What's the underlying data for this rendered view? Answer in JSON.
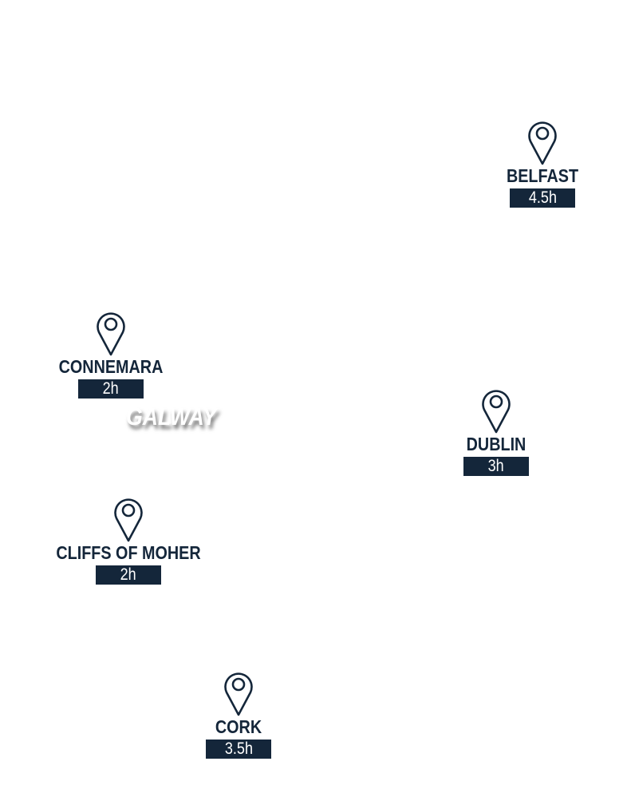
{
  "colors": {
    "marker": "#14263a",
    "badge_text": "#ffffff"
  },
  "city_label": "GALWAY",
  "markers": [
    {
      "name": "BELFAST",
      "time": "4.5h",
      "icon": "map-pin-icon"
    },
    {
      "name": "CONNEMARA",
      "time": "2h",
      "icon": "map-pin-icon"
    },
    {
      "name": "DUBLIN",
      "time": "3h",
      "icon": "map-pin-icon"
    },
    {
      "name": "CLIFFS OF MOHER",
      "time": "2h",
      "icon": "map-pin-icon"
    },
    {
      "name": "CORK",
      "time": "3.5h",
      "icon": "map-pin-icon"
    }
  ]
}
